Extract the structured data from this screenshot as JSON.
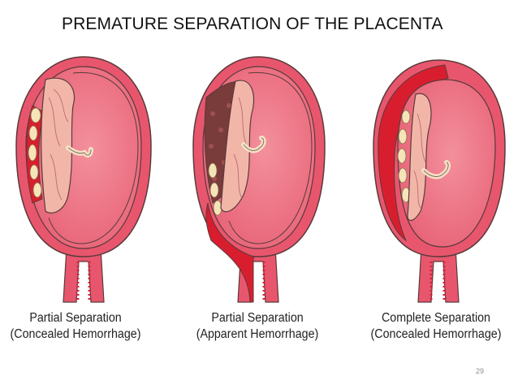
{
  "slide": {
    "title": "PREMATURE SEPARATION OF THE PLACENTA",
    "page_number": "29"
  },
  "panels": [
    {
      "caption_line1": "Partial Separation",
      "caption_line2": "(Concealed Hemorrhage)"
    },
    {
      "caption_line1": "Partial Separation",
      "caption_line2": "(Apparent Hemorrhage)"
    },
    {
      "caption_line1": "Complete Separation",
      "caption_line2": "(Concealed Hemorrhage)"
    }
  ],
  "colors": {
    "uterine_wall": "#e8566e",
    "amniotic_sac": "#f07a8a",
    "membrane_outline": "#5a3a3a",
    "placenta": "#f2b6a8",
    "hemorrhage": "#d81e2e",
    "clot_dark": "#7a3b3b",
    "cotyledon": "#f5e4b8"
  }
}
